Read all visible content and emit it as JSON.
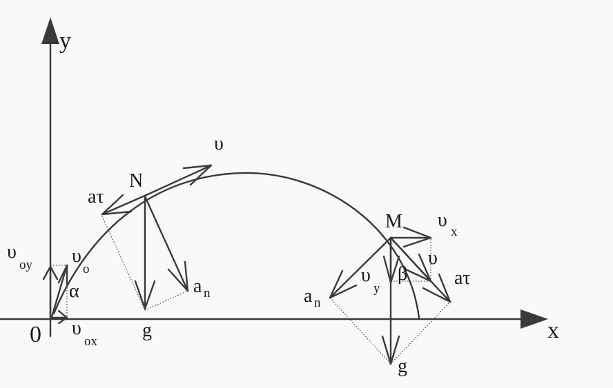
{
  "labels": {
    "y_axis": "y",
    "x_axis": "x",
    "origin": "0",
    "point_n": "N",
    "point_m": "M",
    "v_main": "υ",
    "v_m": "υ",
    "v_zero": "υ",
    "v_zero_sub": "o",
    "v_oy": "υ",
    "v_oy_sub": "oy",
    "v_ox": "υ",
    "v_ox_sub": "ox",
    "v_x": "υ",
    "v_x_sub": "x",
    "v_y": "υ",
    "v_y_sub": "y",
    "a_tau_n": "aτ",
    "a_tau_m": "aτ",
    "a_n_n": "a",
    "a_n_n_sub": "n",
    "a_n_m": "a",
    "a_n_m_sub": "n",
    "g_n": "g",
    "g_m": "g",
    "alpha": "α",
    "beta": "β"
  }
}
